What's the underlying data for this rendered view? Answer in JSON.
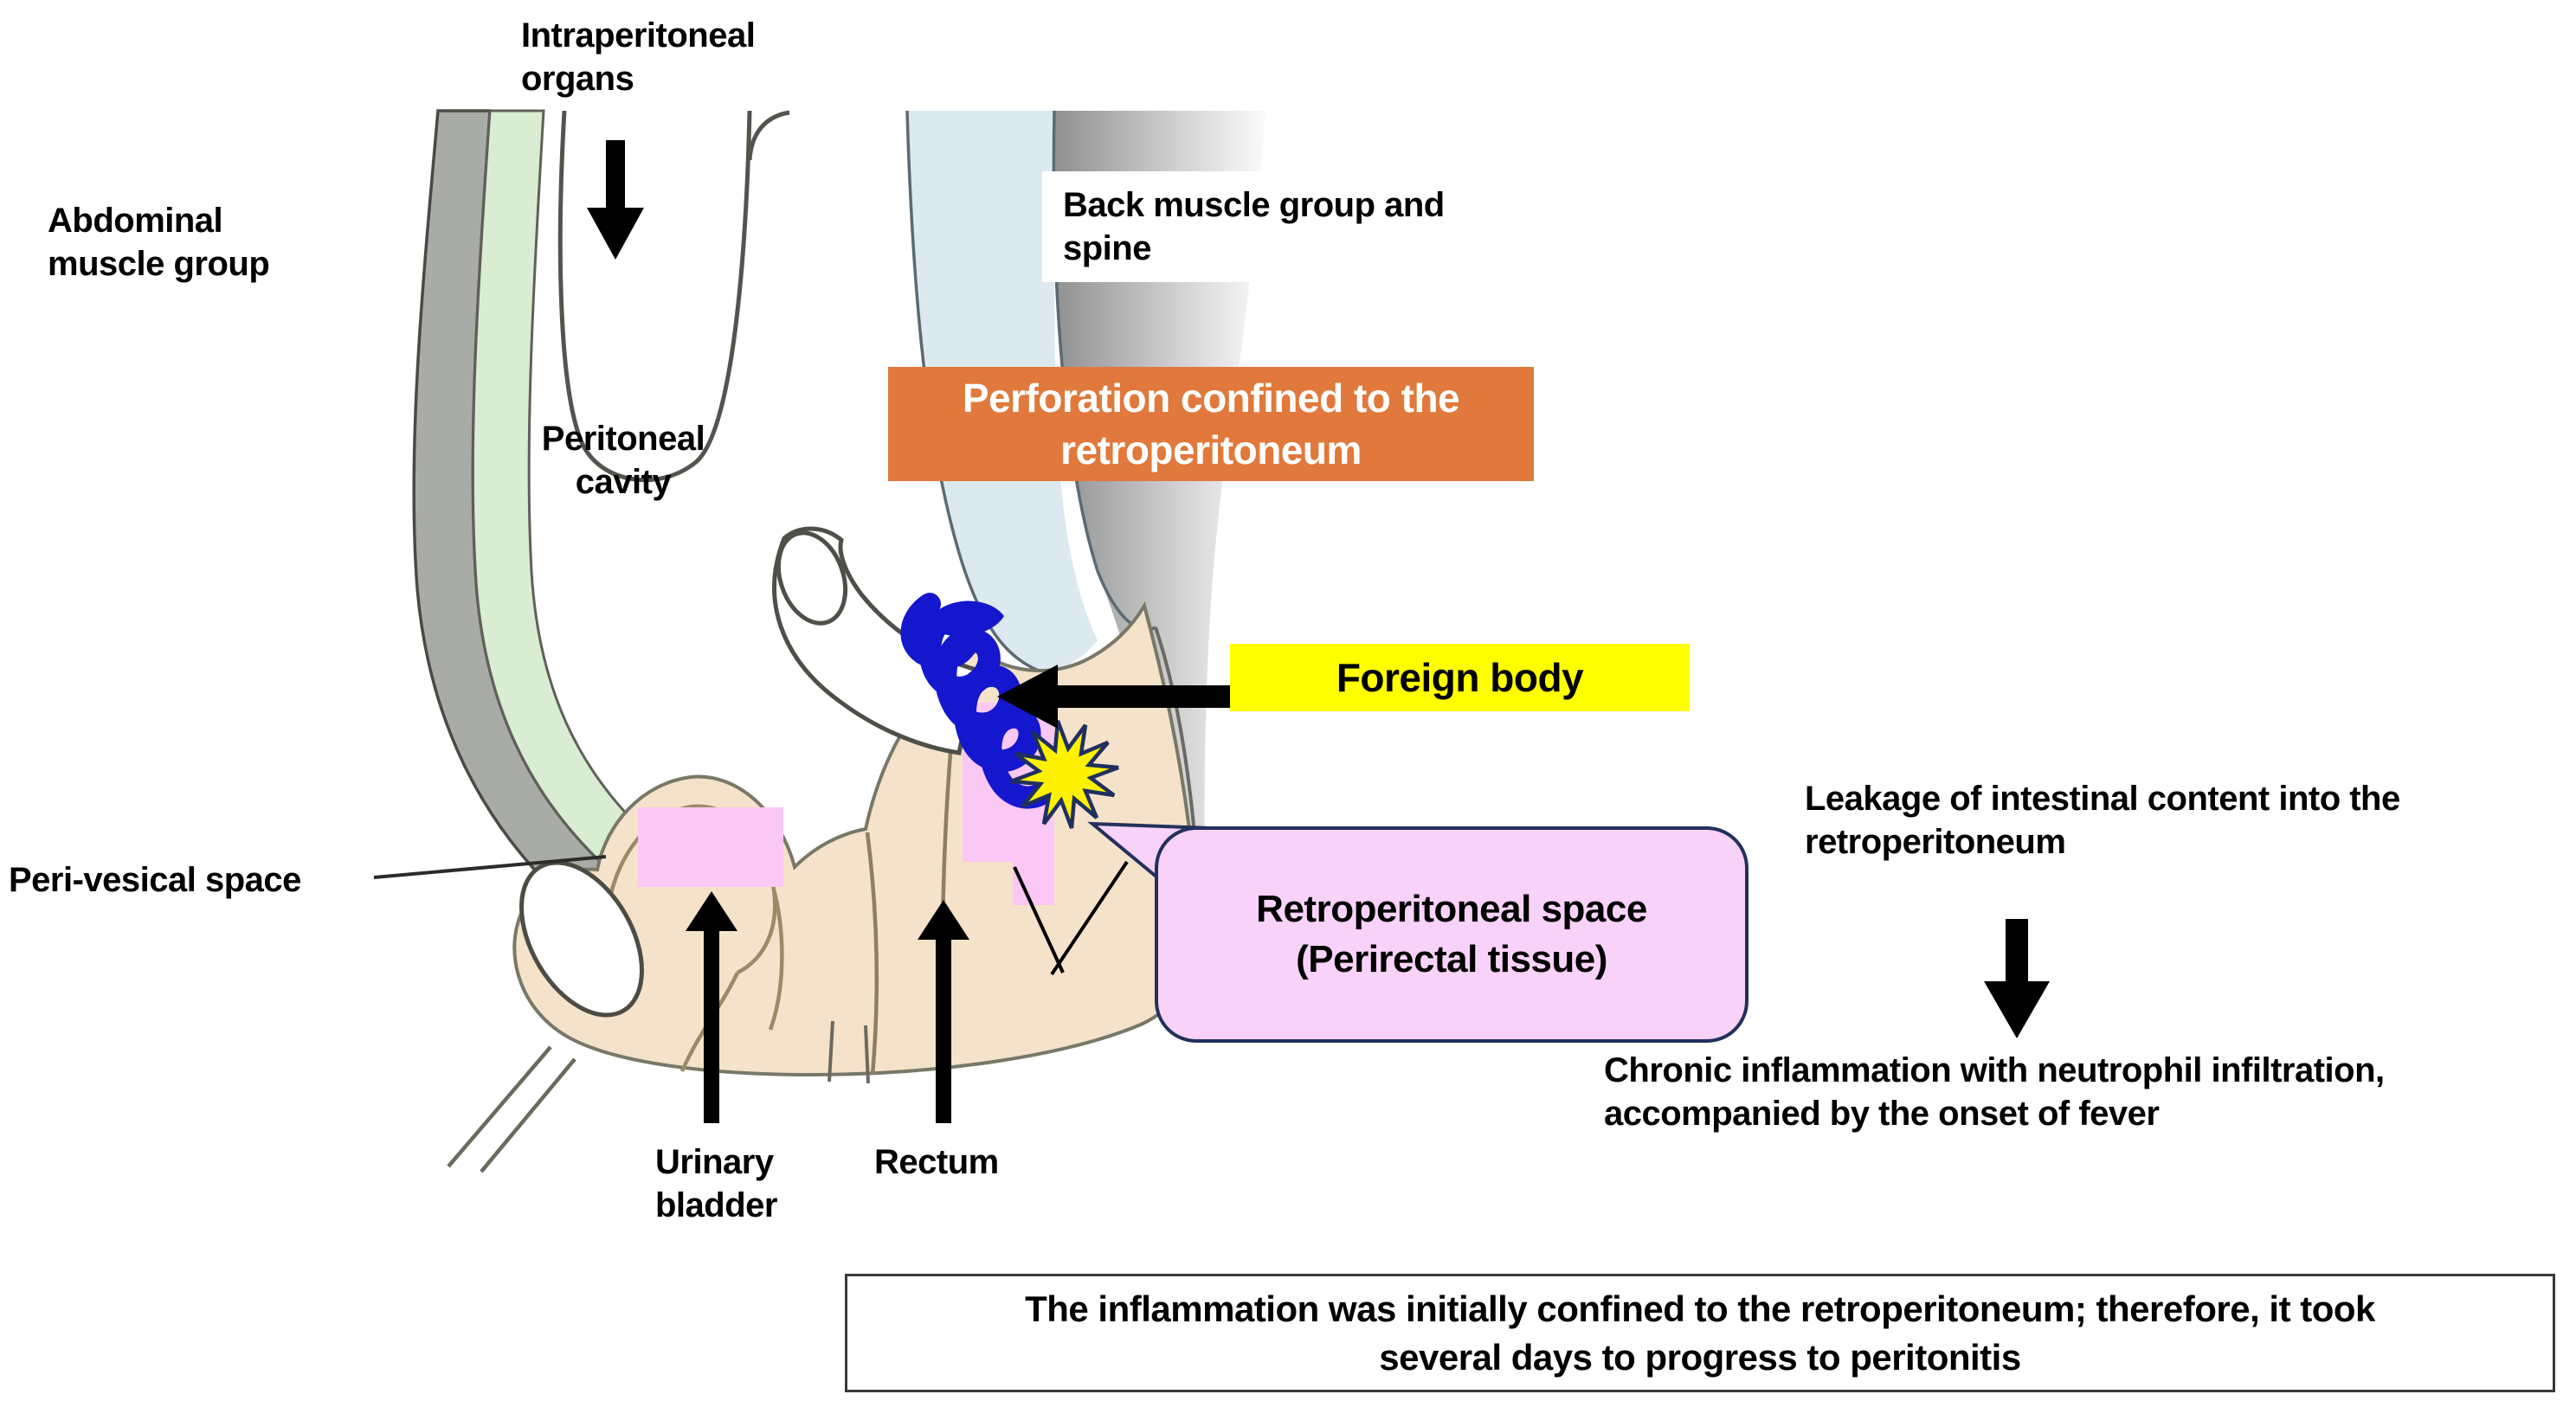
{
  "labels": {
    "intraperitoneal_organs": {
      "lines": [
        "Intraperitoneal",
        "organs"
      ]
    },
    "abdominal_muscle_group": {
      "lines": [
        "Abdominal",
        "muscle group"
      ]
    },
    "back_muscle_and_spine": {
      "lines": [
        "Back muscle group and",
        "spine"
      ]
    },
    "peritoneal_cavity": {
      "lines": [
        "Peritoneal",
        "cavity"
      ]
    },
    "peri_vesical_space": {
      "text": "Peri-vesical space"
    },
    "urinary_bladder": {
      "lines": [
        "Urinary",
        "bladder"
      ]
    },
    "rectum": {
      "text": "Rectum"
    },
    "leakage": {
      "lines": [
        "Leakage of intestinal content into the",
        "retroperitoneum"
      ]
    },
    "chronic_inflammation": {
      "lines": [
        "Chronic inflammation with neutrophil infiltration,",
        "accompanied by the onset of fever"
      ]
    }
  },
  "callouts": {
    "perforation": {
      "lines": [
        "Perforation confined to the",
        "retroperitoneum"
      ],
      "bg": "#E0793B",
      "text_color": "#FFFFFF"
    },
    "foreign_body": {
      "text": "Foreign body",
      "bg": "#FFFF00",
      "text_color": "#000000"
    },
    "retroperitoneal_space": {
      "lines": [
        "Retroperitoneal space",
        "(Perirectal tissue)"
      ],
      "bg": "#F8D2F8",
      "border": "#23305C"
    },
    "conclusion": {
      "lines": [
        "The inflammation was initially confined to the retroperitoneum; therefore, it took",
        "several days to progress to peritonitis"
      ],
      "border": "#3A3A3A"
    }
  },
  "colors": {
    "background": "#FFFFFF",
    "peach_tissue": "#F5E2CA",
    "spine_blue": "#DCE9F0",
    "muscle_green": "#D9EDD2",
    "muscle_gray": "#A9ABA6",
    "back_muscle_gray": "#8F9090",
    "highlight_pink": "#FBC7F5",
    "bubble_pink": "#F8D2F8",
    "bubble_border": "#23305C",
    "perforation_orange": "#E0793B",
    "foreign_body_yellow": "#FFFF00",
    "coil_blue": "#1417CD",
    "star_yellow": "#FFF100",
    "star_border": "#1F3060",
    "arrow_black": "#000000"
  }
}
